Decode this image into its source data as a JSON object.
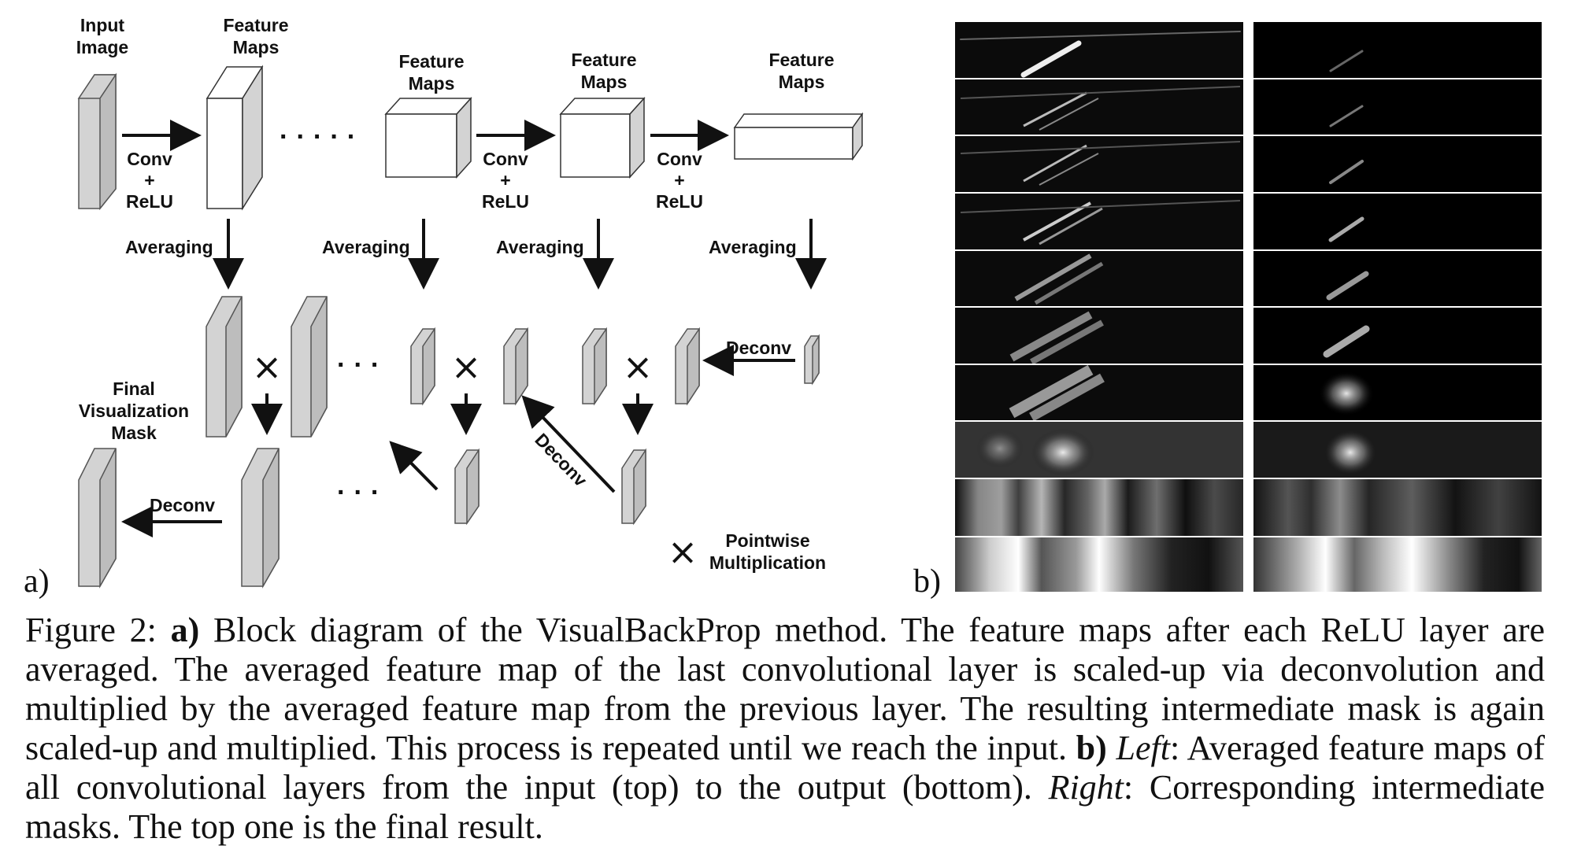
{
  "diagram": {
    "input_image": [
      "Input",
      "Image"
    ],
    "feature_maps": [
      "Feature",
      "Maps"
    ],
    "conv": "Conv",
    "plus": "+",
    "relu": "ReLU",
    "averaging": "Averaging",
    "deconv": "Deconv",
    "final_mask": [
      "Final",
      "Visualization",
      "Mask"
    ],
    "pointwise": [
      "Pointwise",
      "Multiplication"
    ],
    "times_symbol": "×",
    "ellipsis5": ".....",
    "ellipsis3": "...",
    "panel_a": "a)",
    "panel_b": "b)"
  },
  "panel_b": {
    "columns": [
      "averaged-feature-maps",
      "intermediate-masks"
    ],
    "rows": 10
  },
  "caption": {
    "figure_label": "Figure 2:",
    "a_label": "a)",
    "text_a": "Block diagram of the VisualBackProp method. The feature maps after each ReLU layer are averaged. The averaged feature map of the last convolutional layer is scaled-up via deconvolution and multiplied by the averaged feature map from the previous layer. The resulting intermediate mask is again scaled-up and multiplied. This process is repeated until we reach the input.",
    "b_label": "b)",
    "left_label": "Left",
    "text_left": ": Averaged feature maps of all convolutional layers from the input (top) to the output (bottom).",
    "right_label": "Right",
    "text_right": ": Corresponding intermediate masks. The top one is the final result."
  }
}
